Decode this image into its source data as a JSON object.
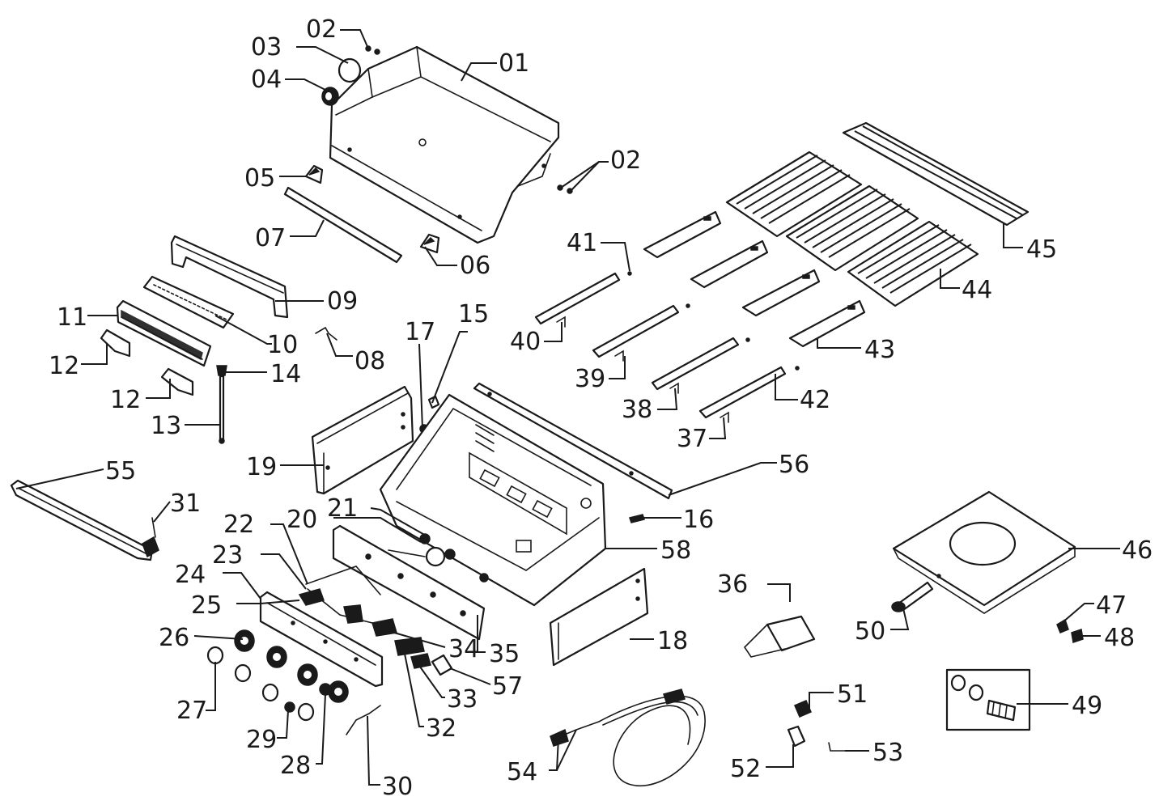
{
  "colors": {
    "ink": "#1a1a1a",
    "paper": "#ffffff"
  },
  "callouts": [
    {
      "id": "c01",
      "text": "01"
    },
    {
      "id": "c02a",
      "text": "02"
    },
    {
      "id": "c02b",
      "text": "02"
    },
    {
      "id": "c03",
      "text": "03"
    },
    {
      "id": "c04",
      "text": "04"
    },
    {
      "id": "c05",
      "text": "05"
    },
    {
      "id": "c06",
      "text": "06"
    },
    {
      "id": "c07",
      "text": "07"
    },
    {
      "id": "c08",
      "text": "08"
    },
    {
      "id": "c09",
      "text": "09"
    },
    {
      "id": "c10",
      "text": "10"
    },
    {
      "id": "c11",
      "text": "11"
    },
    {
      "id": "c12a",
      "text": "12"
    },
    {
      "id": "c12b",
      "text": "12"
    },
    {
      "id": "c13",
      "text": "13"
    },
    {
      "id": "c14",
      "text": "14"
    },
    {
      "id": "c15",
      "text": "15"
    },
    {
      "id": "c16",
      "text": "16"
    },
    {
      "id": "c17",
      "text": "17"
    },
    {
      "id": "c18",
      "text": "18"
    },
    {
      "id": "c19",
      "text": "19"
    },
    {
      "id": "c20",
      "text": "20"
    },
    {
      "id": "c21",
      "text": "21"
    },
    {
      "id": "c22",
      "text": "22"
    },
    {
      "id": "c23",
      "text": "23"
    },
    {
      "id": "c24",
      "text": "24"
    },
    {
      "id": "c25",
      "text": "25"
    },
    {
      "id": "c26",
      "text": "26"
    },
    {
      "id": "c27",
      "text": "27"
    },
    {
      "id": "c28",
      "text": "28"
    },
    {
      "id": "c29",
      "text": "29"
    },
    {
      "id": "c30",
      "text": "30"
    },
    {
      "id": "c31",
      "text": "31"
    },
    {
      "id": "c32",
      "text": "32"
    },
    {
      "id": "c33",
      "text": "33"
    },
    {
      "id": "c34",
      "text": "34"
    },
    {
      "id": "c35",
      "text": "35"
    },
    {
      "id": "c36",
      "text": "36"
    },
    {
      "id": "c37",
      "text": "37"
    },
    {
      "id": "c38",
      "text": "38"
    },
    {
      "id": "c39",
      "text": "39"
    },
    {
      "id": "c40",
      "text": "40"
    },
    {
      "id": "c41",
      "text": "41"
    },
    {
      "id": "c42",
      "text": "42"
    },
    {
      "id": "c43",
      "text": "43"
    },
    {
      "id": "c44",
      "text": "44"
    },
    {
      "id": "c45",
      "text": "45"
    },
    {
      "id": "c46",
      "text": "46"
    },
    {
      "id": "c47",
      "text": "47"
    },
    {
      "id": "c48",
      "text": "48"
    },
    {
      "id": "c49",
      "text": "49"
    },
    {
      "id": "c50",
      "text": "50"
    },
    {
      "id": "c51",
      "text": "51"
    },
    {
      "id": "c52",
      "text": "52"
    },
    {
      "id": "c53",
      "text": "53"
    },
    {
      "id": "c54",
      "text": "54"
    },
    {
      "id": "c55",
      "text": "55"
    },
    {
      "id": "c56",
      "text": "56"
    },
    {
      "id": "c57",
      "text": "57"
    },
    {
      "id": "c58",
      "text": "58"
    }
  ]
}
